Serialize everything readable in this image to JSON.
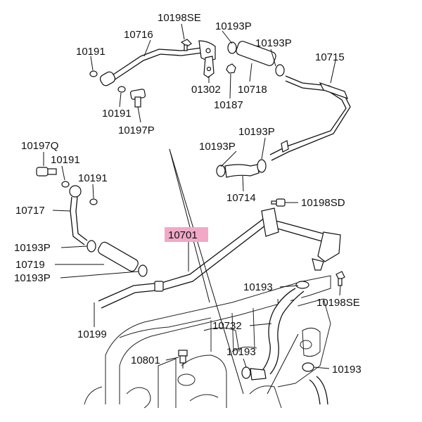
{
  "callouts": {
    "c10198SE_top": "10198SE",
    "c10716": "10716",
    "c10193P_a": "10193P",
    "c10193P_b": "10193P",
    "c10191_a": "10191",
    "c10715": "10715",
    "c01302": "01302",
    "c10718": "10718",
    "c10187": "10187",
    "c10191_b": "10191",
    "c10197P": "10197P",
    "c10197Q": "10197Q",
    "c10191_c": "10191",
    "c10191_d": "10191",
    "c10193P_c": "10193P",
    "c10193P_d": "10193P",
    "c10714": "10714",
    "c10198SD": "10198SD",
    "c10717": "10717",
    "c10701": "10701",
    "c10193P_e": "10193P",
    "c10719": "10719",
    "c10193P_f": "10193P",
    "c10193_a": "10193",
    "c10198SE_bot": "10198SE",
    "c10199": "10199",
    "c10732": "10732",
    "c10801": "10801",
    "c10193_b": "10193",
    "c10193_c": "10193"
  },
  "colors": {
    "highlight": "#f1a9c7",
    "line": "#111111"
  }
}
